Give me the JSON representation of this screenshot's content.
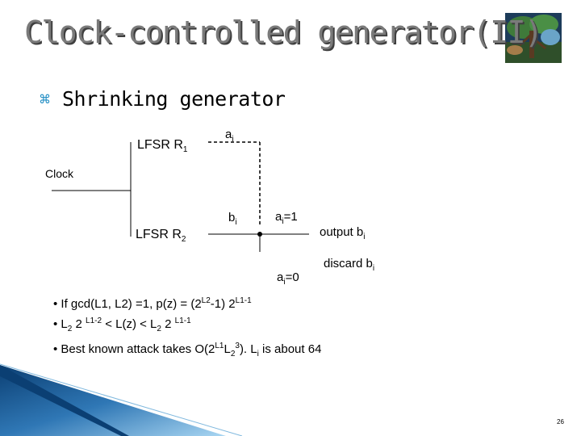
{
  "title": "Clock-controlled generator(II)",
  "bullet": {
    "text": "Shrinking generator",
    "icon": "square-bullet-icon"
  },
  "diagram": {
    "lfsr1": {
      "label": "LFSR R",
      "sub": "1"
    },
    "lfsr2": {
      "label": "LFSR R",
      "sub": "2"
    },
    "clock": "Clock",
    "ai_top": {
      "base": "a",
      "sub": "i"
    },
    "bi": {
      "base": "b",
      "sub": "i"
    },
    "ai1": {
      "base": "a",
      "sub": "i",
      "rest": "=1"
    },
    "ai0": {
      "base": "a",
      "sub": "i",
      "rest": "=0"
    },
    "output": {
      "base": "output b",
      "sub": "i"
    },
    "discard": {
      "base": "discard b",
      "sub": "i"
    }
  },
  "notes": {
    "line1": {
      "a": "• If gcd(L1, L2) =1, p(z) = (2",
      "b": "L2",
      "c": "-1) 2",
      "d": "L1-1"
    },
    "line2": {
      "a": "• L",
      "b": "2",
      "c": " 2 ",
      "d": "L1-2",
      "e": " < L(z) < L",
      "f": "2",
      "g": " 2 ",
      "h": "L1-1"
    },
    "line3": {
      "a": "• Best known attack takes O(2",
      "b": "L1",
      "c": "L",
      "d": "2",
      "e": "3",
      "f": "). L",
      "g": "i",
      "h": " is about 64"
    }
  },
  "page_number": "26",
  "colors": {
    "title": "#7a7a7a",
    "title_shadow": "#3f3f3f",
    "bullet": "#1f8cc3",
    "corner_dark": "#0b3f73",
    "corner_light": "#a9d6f2"
  }
}
